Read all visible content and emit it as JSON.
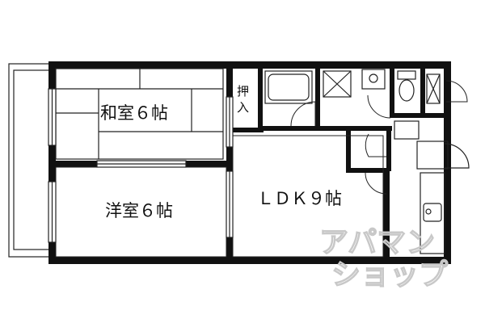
{
  "rooms": {
    "washitsu": "和室６帖",
    "yoshitsu": "洋室６帖",
    "ldk": "ＬＤＫ９帖",
    "oshiire": "押入"
  },
  "watermark": {
    "line1": "アパマン",
    "line2": "ショップ"
  },
  "colors": {
    "wall": "#111111",
    "line": "#222222",
    "watermark": "#c8c8c8"
  }
}
